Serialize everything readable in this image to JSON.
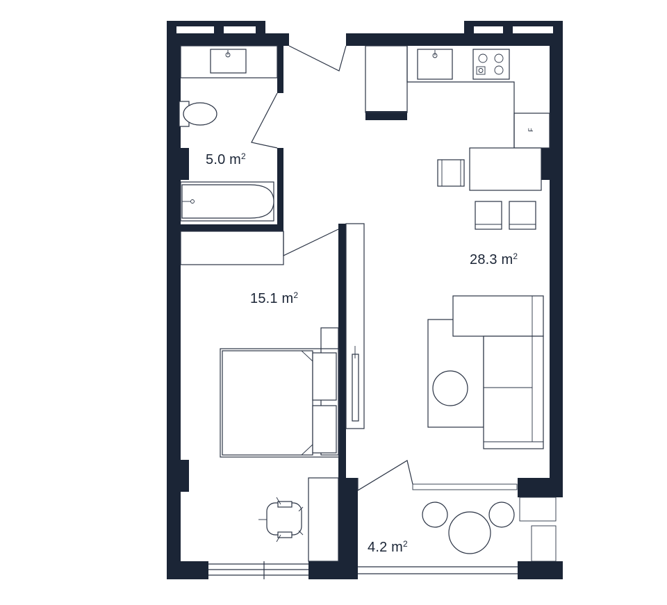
{
  "rooms": {
    "bathroom": {
      "value": "5.0",
      "unit": "m",
      "exp": "2"
    },
    "living": {
      "value": "28.3",
      "unit": "m",
      "exp": "2"
    },
    "bedroom": {
      "value": "15.1",
      "unit": "m",
      "exp": "2"
    },
    "balcony": {
      "value": "4.2",
      "unit": "m",
      "exp": "2"
    }
  },
  "labels": {
    "fridge": "F"
  },
  "colors": {
    "wall": "#1b2536",
    "line": "#2a3344",
    "background": "#ffffff"
  }
}
